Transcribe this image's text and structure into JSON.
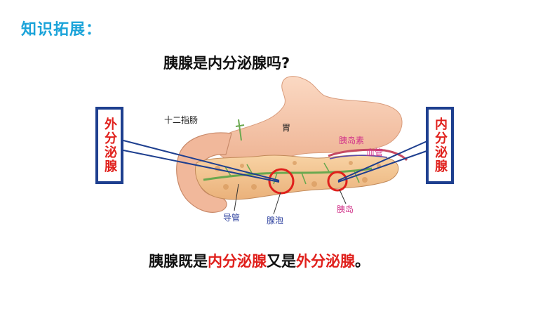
{
  "heading": "知识拓展：",
  "question": "胰腺是内分泌腺吗?",
  "left_box": "外分泌腺",
  "right_box": "内分泌腺",
  "labels": {
    "duodenum": "十二指肠",
    "stomach": "胃",
    "insulin": "胰岛素",
    "vessel": "血管",
    "duct": "导管",
    "acinus": "腺泡",
    "islet": "胰岛"
  },
  "conclusion": {
    "part1": "胰腺既是",
    "part2": "内分泌腺",
    "part3": "又是",
    "part4": "外分泌腺",
    "part5": "。"
  },
  "colors": {
    "heading": "#1aa3d9",
    "accent_red": "#e0201c",
    "box_border": "#1e3f8f",
    "label_pink": "#d2338a",
    "label_blue": "#2b3f9e"
  }
}
